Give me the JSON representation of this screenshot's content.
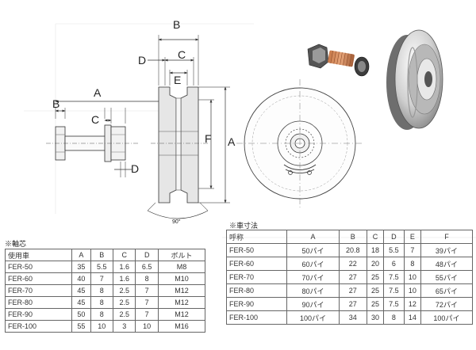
{
  "labels": {
    "bolt": {
      "A": "A",
      "B": "B",
      "C": "C",
      "D": "D"
    },
    "wheel_side": {
      "B": "B",
      "C": "C",
      "D": "D",
      "E": "E",
      "F": "F",
      "angle": "90°"
    },
    "wheel_front": {
      "A": "A"
    }
  },
  "shaft_table": {
    "title": "※軸芯",
    "headers": [
      "使用車",
      "A",
      "B",
      "C",
      "D",
      "ボルト"
    ],
    "rows": [
      [
        "FER-50",
        "35",
        "5.5",
        "1.6",
        "6.5",
        "M8"
      ],
      [
        "FER-60",
        "40",
        "7",
        "1.6",
        "8",
        "M10"
      ],
      [
        "FER-70",
        "45",
        "8",
        "2.5",
        "7",
        "M12"
      ],
      [
        "FER-80",
        "45",
        "8",
        "2.5",
        "7",
        "M12"
      ],
      [
        "FER-90",
        "50",
        "8",
        "2.5",
        "7",
        "M12"
      ],
      [
        "FER-100",
        "55",
        "10",
        "3",
        "10",
        "M16"
      ]
    ]
  },
  "wheel_table": {
    "title": "※車寸法",
    "headers": [
      "呼称",
      "A",
      "B",
      "C",
      "D",
      "E",
      "F"
    ],
    "rows": [
      [
        "FER-50",
        "50パイ",
        "20.8",
        "18",
        "5.5",
        "7",
        "39パイ"
      ],
      [
        "FER-60",
        "60パイ",
        "22",
        "20",
        "6",
        "8",
        "48パイ"
      ],
      [
        "FER-70",
        "70パイ",
        "27",
        "25",
        "7.5",
        "10",
        "55パイ"
      ],
      [
        "FER-80",
        "80パイ",
        "27",
        "25",
        "7.5",
        "10",
        "65パイ"
      ],
      [
        "FER-90",
        "90パイ",
        "27",
        "25",
        "7.5",
        "12",
        "72パイ"
      ],
      [
        "FER-100",
        "100パイ",
        "34",
        "30",
        "8",
        "14",
        "100パイ"
      ]
    ]
  }
}
